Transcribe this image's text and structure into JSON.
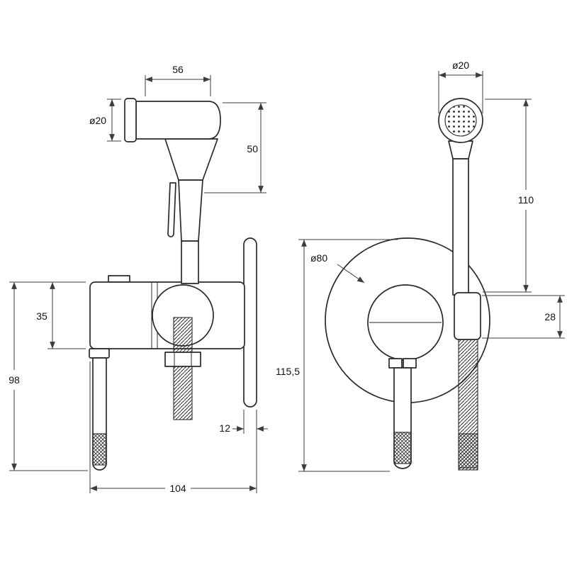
{
  "page": {
    "background": "#ffffff",
    "line_color": "#2a2a2a"
  },
  "dimensions": {
    "head_length": "56",
    "head_diameter_side": "ø20",
    "head_height": "50",
    "body_height": "35",
    "total_height_left": "98",
    "plate_thickness": "12",
    "total_width": "104",
    "head_diameter_front": "ø20",
    "handset_height": "110",
    "flange_diameter": "ø80",
    "total_height_right": "115,5",
    "bracket_height": "28"
  }
}
